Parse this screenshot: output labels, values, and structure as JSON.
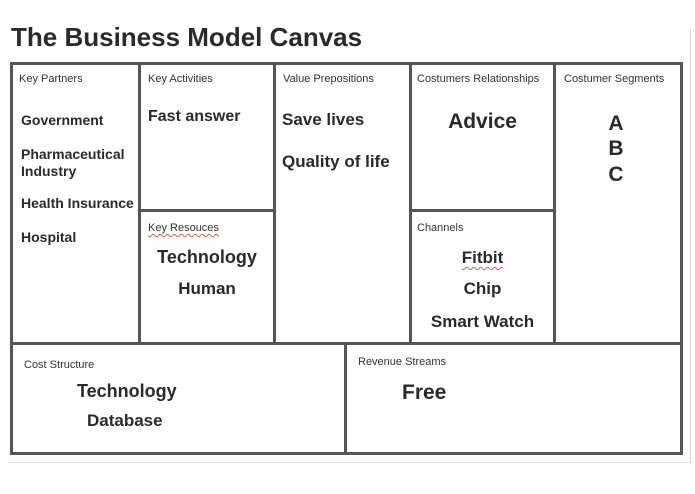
{
  "title": "The Business Model Canvas",
  "blocks": {
    "key_partners": {
      "label": "Key Partners",
      "items": [
        "Government",
        "Pharmaceutical Industry",
        "Health Insurance",
        "Hospital"
      ]
    },
    "key_activities": {
      "label": "Key Activities",
      "items": [
        "Fast answer"
      ]
    },
    "key_resources": {
      "label": "Key Resouces",
      "items": [
        "Technology",
        "Human"
      ]
    },
    "value_propositions": {
      "label": "Value Prepositions",
      "items": [
        "Save lives",
        "Quality of life"
      ]
    },
    "customer_relationships": {
      "label": "Costumers Relationships",
      "items": [
        "Advice"
      ]
    },
    "channels": {
      "label": "Channels",
      "items": [
        "Fitbit",
        "Chip",
        "Smart Watch"
      ]
    },
    "customer_segments": {
      "label": "Costumer Segments",
      "items": [
        "A",
        "B",
        "C"
      ]
    },
    "cost_structure": {
      "label": "Cost Structure",
      "items": [
        "Technology",
        "Database"
      ]
    },
    "revenue_streams": {
      "label": "Revenue Streams",
      "items": [
        "Free"
      ]
    }
  }
}
